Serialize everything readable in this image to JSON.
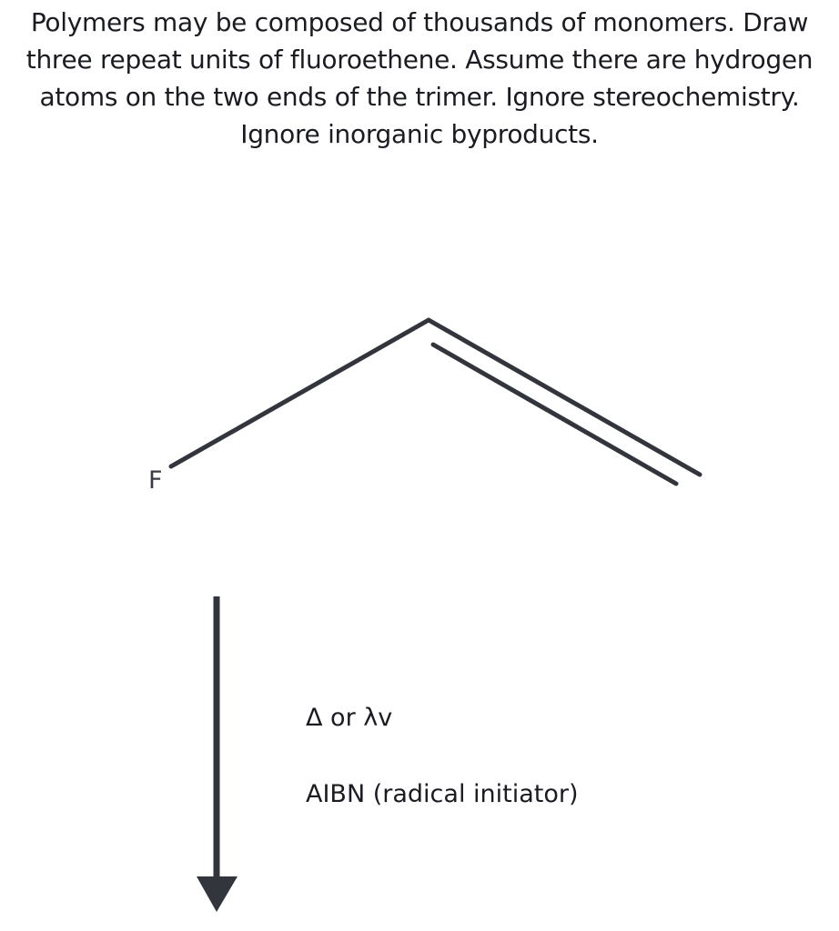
{
  "question": {
    "lines": [
      "Polymers may be composed of thousands of monomers. Draw",
      "three repeat units of fluoroethene. Assume there are hydrogen",
      "atoms on the two ends of the trimer. Ignore stereochemistry.",
      "Ignore inorganic byproducts."
    ]
  },
  "molecule": {
    "atom_label": "F"
  },
  "reaction": {
    "conditions": [
      "Δ or λv",
      "AIBN (radical initiator)"
    ]
  },
  "colors": {
    "bond": "#33353d",
    "text": "#1b1c22"
  }
}
